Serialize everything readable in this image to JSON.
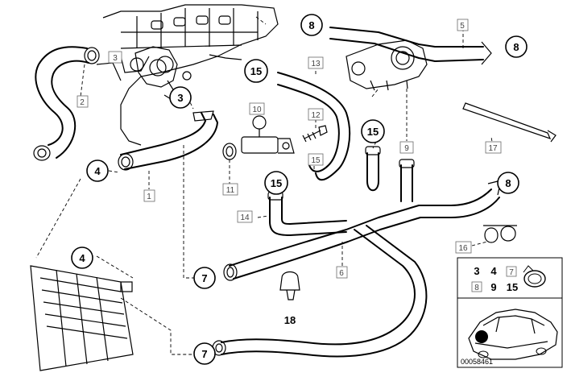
{
  "callouts": {
    "c8_top": "8",
    "c8_right": "8",
    "c8_mid": "8",
    "c3": "3",
    "c15_a": "15",
    "c15_b": "15",
    "c15_c": "15",
    "c4_left": "4",
    "c4_low": "4",
    "c7_a": "7",
    "c7_b": "7"
  },
  "box_labels": {
    "l3": "3",
    "l2": "2",
    "l5": "5",
    "l13": "13",
    "l10": "10",
    "l12": "12",
    "l15": "15",
    "l9": "9",
    "l17": "17",
    "l1": "1",
    "l11": "11",
    "l14": "14",
    "l6": "6",
    "l16": "16"
  },
  "plain_labels": {
    "l18": "18"
  },
  "inset": {
    "row1": [
      "3",
      "4",
      "7"
    ],
    "row2": [
      "8",
      "9",
      "15"
    ],
    "ref_number": "00058461"
  }
}
